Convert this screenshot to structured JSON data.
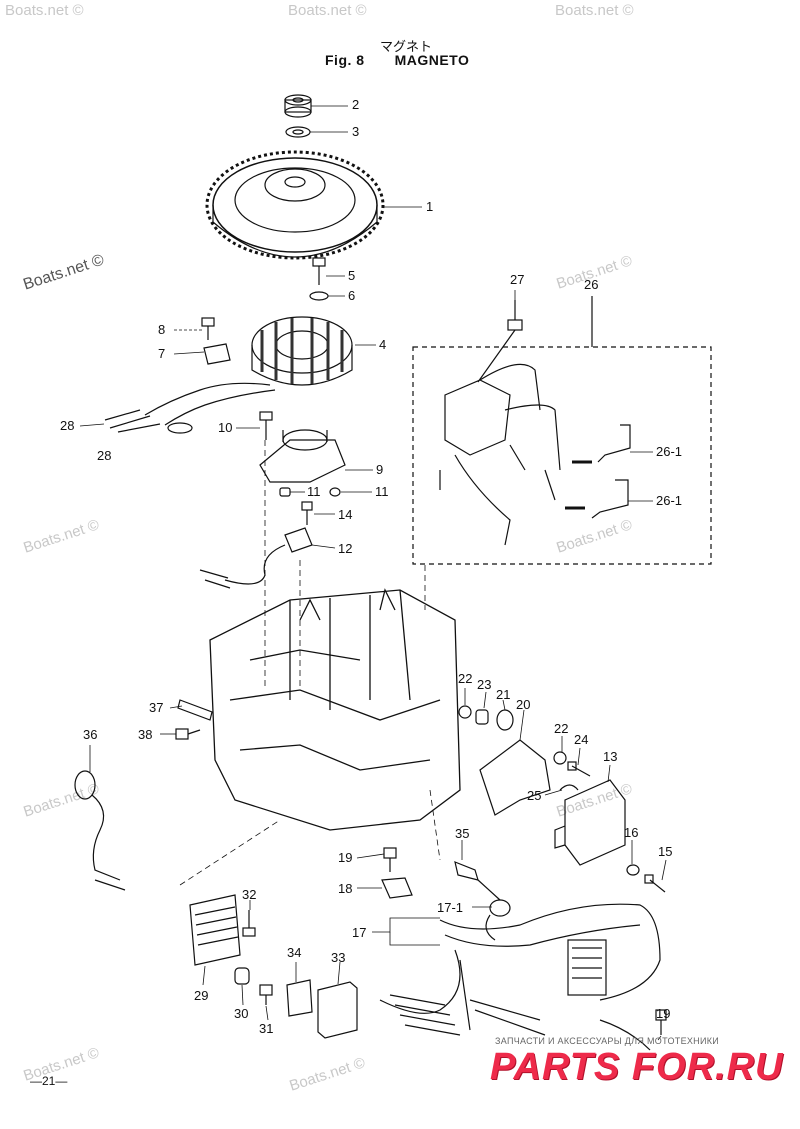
{
  "title": {
    "japanese": "マグネト",
    "figure": "Fig. 8",
    "name": "MAGNETO"
  },
  "watermark": "Boats.net ©",
  "page_number": "—21—",
  "shop_banner": {
    "tagline": "ЗАПЧАСТИ И АКСЕССУАРЫ ДЛЯ МОТОТЕХНИКИ",
    "brand": "PARTS FOR.RU"
  },
  "callouts": [
    "1",
    "2",
    "3",
    "4",
    "5",
    "6",
    "7",
    "8",
    "9",
    "10",
    "11",
    "11",
    "12",
    "13",
    "14",
    "15",
    "16",
    "17",
    "17-1",
    "18",
    "19",
    "19",
    "20",
    "21",
    "22",
    "22",
    "23",
    "24",
    "25",
    "26",
    "26-1",
    "26-1",
    "27",
    "28",
    "28",
    "29",
    "30",
    "31",
    "32",
    "33",
    "34",
    "35",
    "36",
    "37",
    "38"
  ]
}
